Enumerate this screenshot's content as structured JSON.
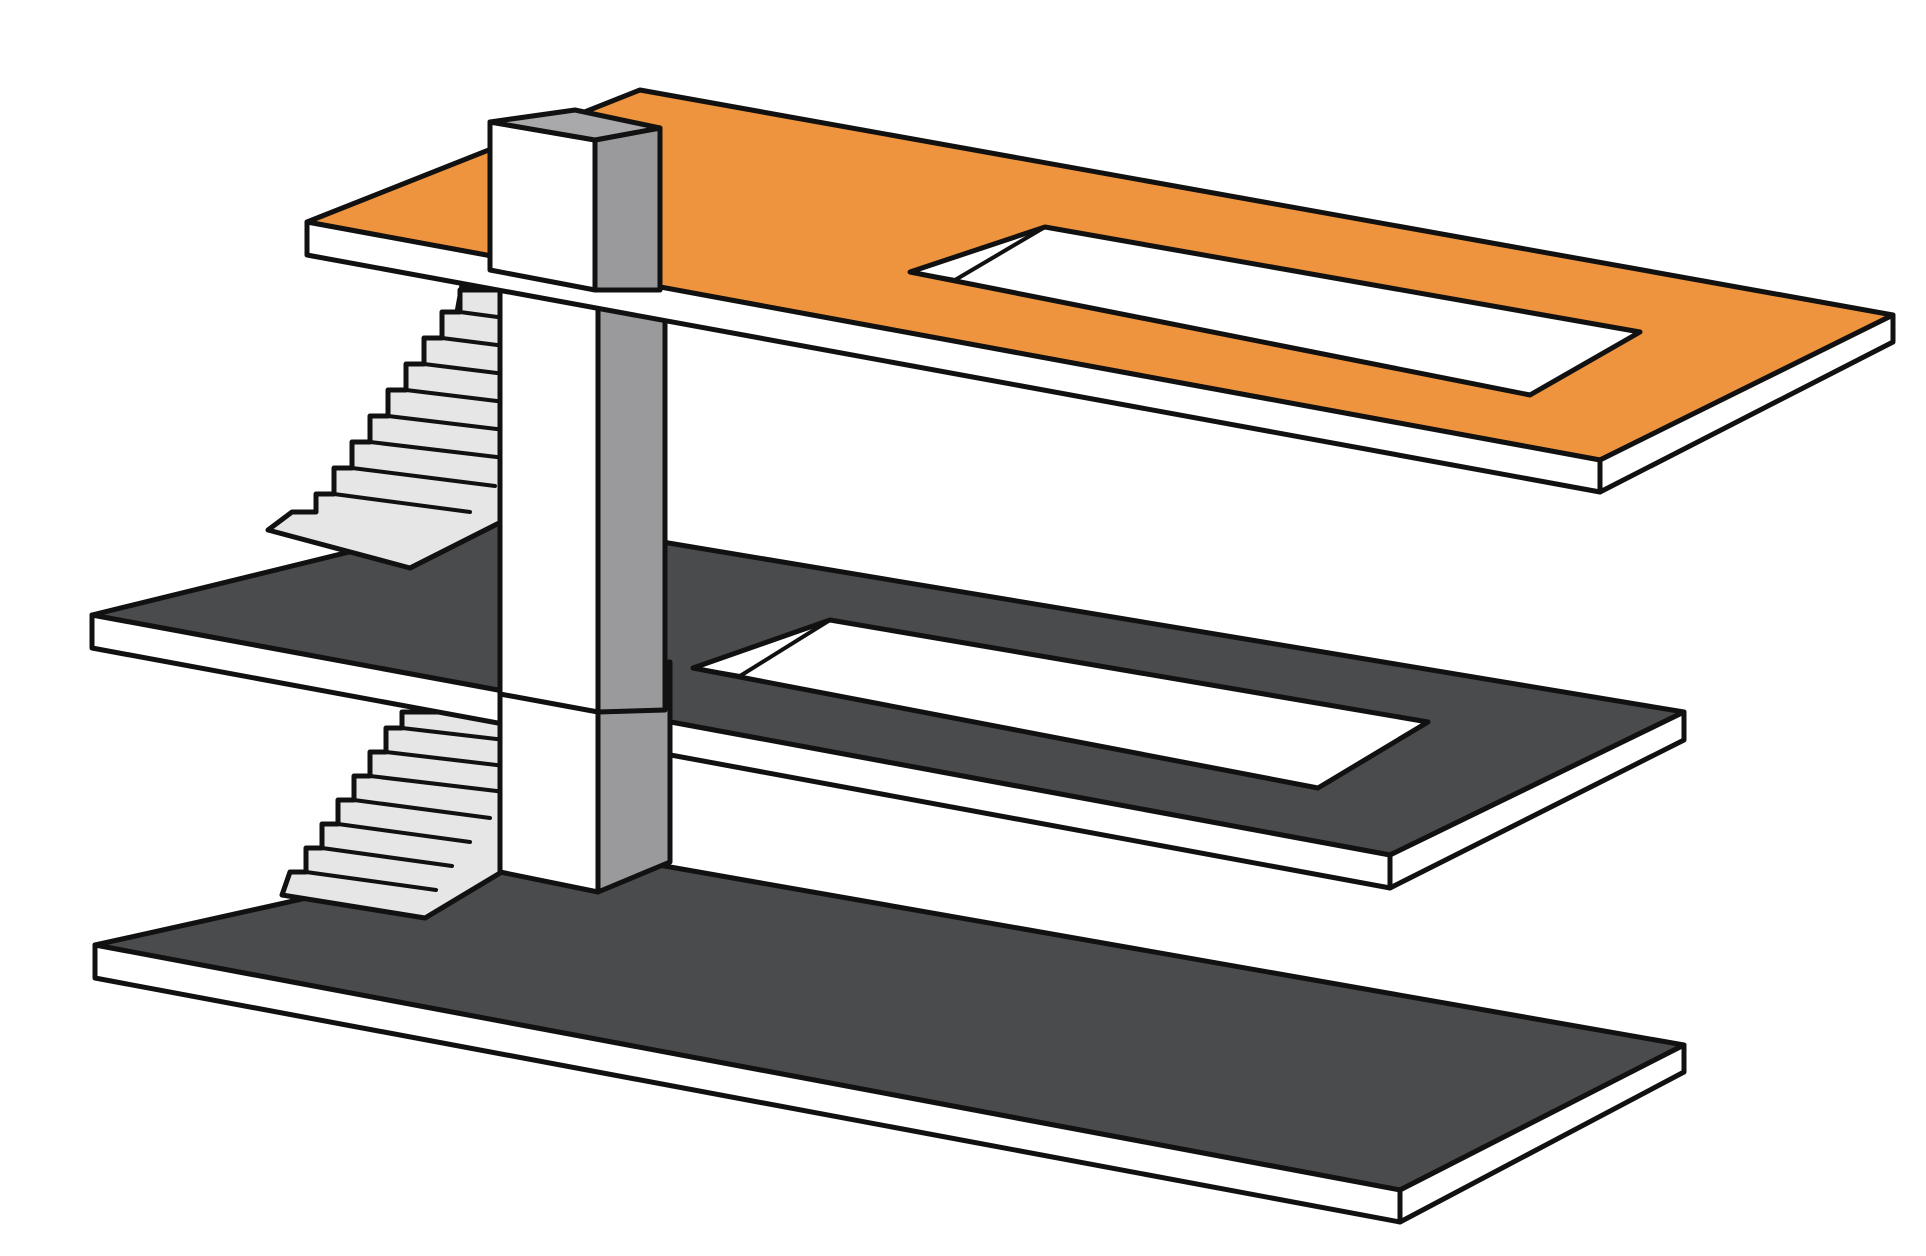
{
  "diagram": {
    "subject": "three-level-building-section",
    "colors": {
      "background": "#ffffff",
      "top_floor": "#ef943e",
      "lower_floors": "#4a4b4d",
      "slab_edge": "#ffffff",
      "column_front": "#ffffff",
      "column_side": "#9a9a9c",
      "column_cap": "#a9a9ab",
      "stairs": "#e6e6e7",
      "outline": "#111111"
    },
    "floors": [
      {
        "level": "top",
        "color": "#ef943e",
        "has_opening": true
      },
      {
        "level": "middle",
        "color": "#4a4b4d",
        "has_opening": true
      },
      {
        "level": "bottom",
        "color": "#4a4b4d",
        "has_opening": false
      }
    ],
    "stairs": [
      {
        "between": "bottom-to-middle"
      },
      {
        "between": "middle-to-top"
      }
    ],
    "column_count": 1
  }
}
